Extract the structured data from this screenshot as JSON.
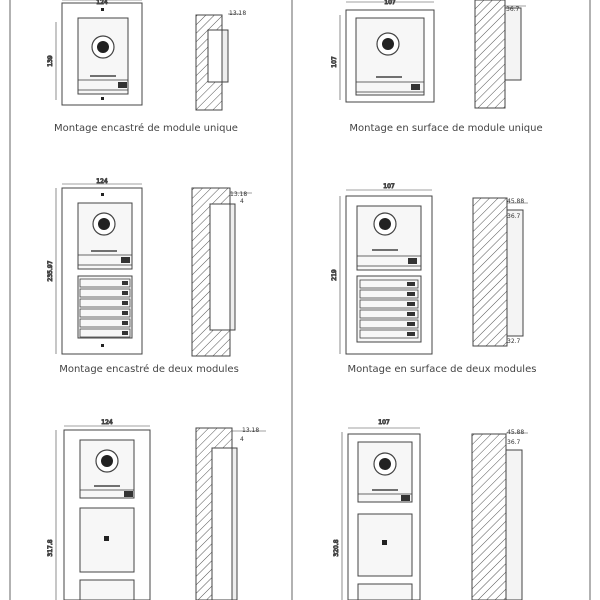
{
  "sections": [
    {
      "id": "flush-single",
      "caption": "Montage encastré de module unique",
      "dims": {
        "width": "124",
        "height": "139",
        "depth": "13.18"
      }
    },
    {
      "id": "surface-single",
      "caption": "Montage en surface de module unique",
      "dims": {
        "width": "107",
        "height": "107",
        "depth": "36.7"
      }
    },
    {
      "id": "flush-double",
      "caption": "Montage encastré de deux modules",
      "dims": {
        "width": "124",
        "height": "235.97",
        "depth": "13.18",
        "depth_small": "4"
      }
    },
    {
      "id": "surface-double",
      "caption": "Montage en surface de deux modules",
      "dims": {
        "width": "107",
        "height": "219",
        "depth": "45.88",
        "depth_mid": "36.7",
        "depth_low": "32.7"
      }
    },
    {
      "id": "flush-triple",
      "caption": "",
      "dims": {
        "width": "124",
        "height": "317.8",
        "depth": "13.18",
        "depth_small": "4"
      }
    },
    {
      "id": "surface-triple",
      "caption": "",
      "dims": {
        "width": "107",
        "height": "320.8",
        "depth": "45.88",
        "depth_mid": "36.7"
      }
    }
  ],
  "colors": {
    "line": "#444444",
    "panel": "#f4f4f4",
    "hatch": "#555555"
  }
}
